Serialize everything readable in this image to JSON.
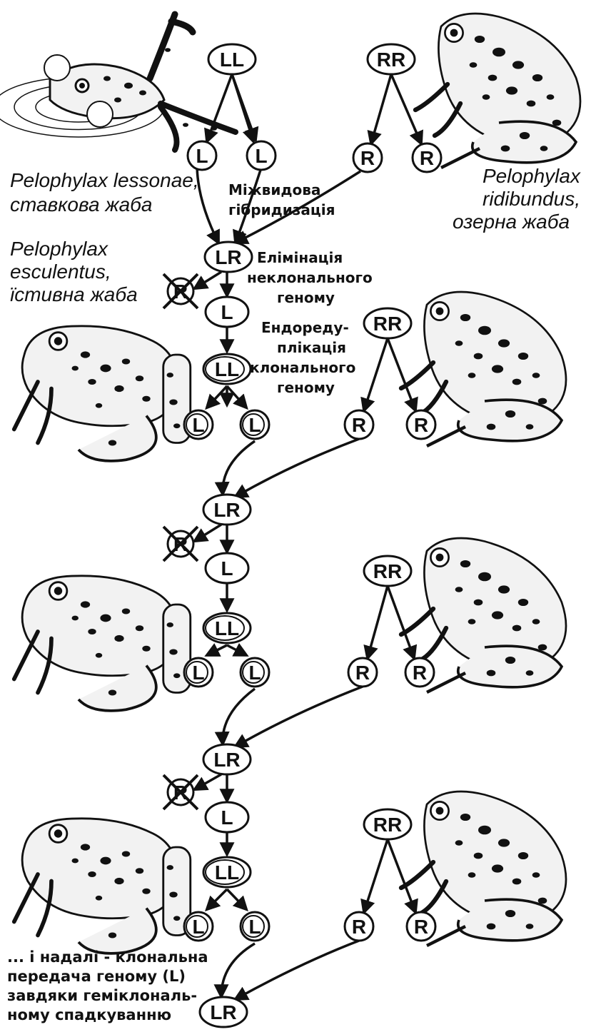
{
  "labels": {
    "lessonae_name": "Pelophylax lessonae,",
    "lessonae_common": "ставкова жаба",
    "ridibundus_name1": "Pelophylax",
    "ridibundus_name2": "ridibundus,",
    "ridibundus_common": "озерна жаба",
    "esculentus_name1": "Pelophylax",
    "esculentus_name2": "esculentus,",
    "esculentus_common": "їстивна жаба",
    "hybridization_1": "Міжвидова",
    "hybridization_2": "гібридизація",
    "elimination_1": "Елімінація",
    "elimination_2": "неклонального",
    "elimination_3": "геному",
    "endo_1": "Ендореду-",
    "endo_2": "плікація",
    "endo_3": "клонального",
    "endo_4": "геному",
    "footer_1": "... і надалі - клональна",
    "footer_2": "передача геному (L)",
    "footer_3": "завдяки геміклональ-",
    "footer_4": "ному спадкуванню"
  },
  "genomes": {
    "LL": "LL",
    "RR": "RR",
    "LR": "LR",
    "L": "L",
    "R": "R"
  },
  "colors": {
    "ink": "#111111",
    "paper": "#ffffff",
    "frog_fill": "#f2f2f2"
  },
  "icons": {
    "frog": "frog-illustration",
    "eliminated": "crossed-out-circle"
  }
}
